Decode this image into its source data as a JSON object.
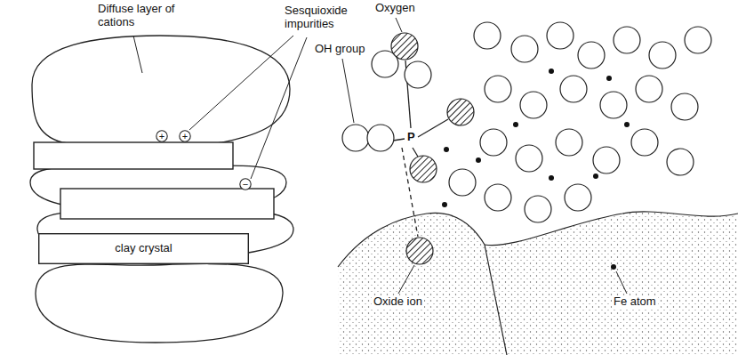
{
  "diagram": {
    "nodes": [
      {
        "text": [
          "clay crystal"
        ]
      },
      {
        "text": [
          "+"
        ]
      },
      {
        "text": [
          "+"
        ]
      },
      {
        "text": [
          "−"
        ]
      }
    ],
    "labels": [
      "Diffuse layer of cations",
      "Sesquioxide impurities",
      "Oxygen",
      "OH group",
      "P",
      "Oxide ion",
      "Fe atom"
    ]
  }
}
